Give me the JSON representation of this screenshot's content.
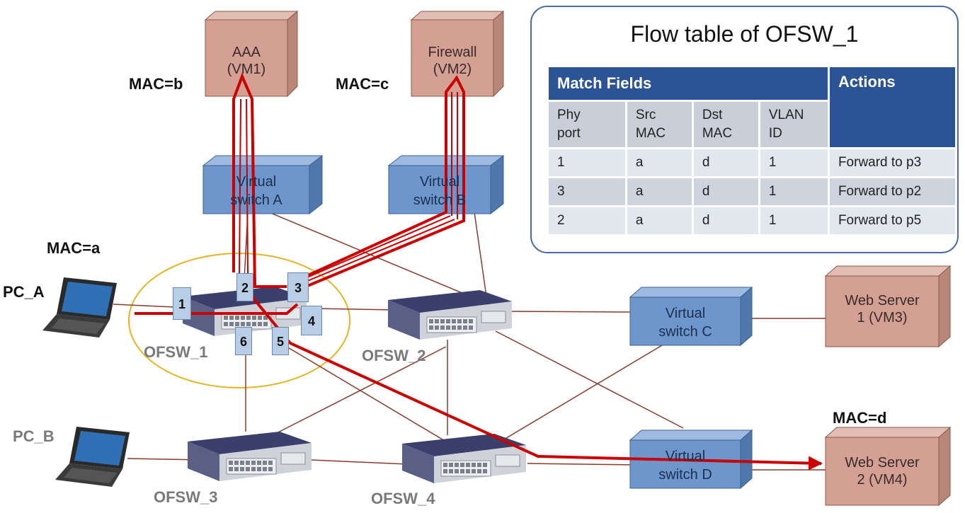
{
  "flow_table": {
    "title": "Flow table of OFSW_1",
    "match_fields_label": "Match Fields",
    "actions_label": "Actions",
    "columns": [
      "Phy\nport",
      "Src\nMAC",
      "Dst\nMAC",
      "VLAN\nID"
    ],
    "rows": [
      [
        "1",
        "a",
        "d",
        "1",
        "Forward to p3"
      ],
      [
        "3",
        "a",
        "d",
        "1",
        "Forward to p2"
      ],
      [
        "2",
        "a",
        "d",
        "1",
        "Forward to p5"
      ]
    ]
  },
  "vms": {
    "aaa": {
      "line1": "AAA",
      "line2": "(VM1)",
      "mac": "MAC=b"
    },
    "firewall": {
      "line1": "Firewall",
      "line2": "(VM2)",
      "mac": "MAC=c"
    },
    "web1": {
      "line1": "Web Server",
      "line2": "1 (VM3)"
    },
    "web2": {
      "line1": "Web Server",
      "line2": "2  (VM4)",
      "mac": "MAC=d"
    }
  },
  "virtual_switches": {
    "a": {
      "line1": "Virtual",
      "line2": "switch A"
    },
    "b": {
      "line1": "Virtual",
      "line2": "switch B"
    },
    "c": {
      "line1": "Virtual",
      "line2": "switch C"
    },
    "d": {
      "line1": "Virtual",
      "line2": "switch D"
    }
  },
  "switches": {
    "ofsw1": "OFSW_1",
    "ofsw2": "OFSW_2",
    "ofsw3": "OFSW_3",
    "ofsw4": "OFSW_4"
  },
  "pcs": {
    "pc_a": {
      "label": "PC_A",
      "mac": "MAC=a"
    },
    "pc_b": {
      "label": "PC_B"
    }
  },
  "ports": [
    "1",
    "2",
    "3",
    "4",
    "5",
    "6"
  ],
  "colors": {
    "vm_fill": "#d4a093",
    "vs_fill": "#6d97cc",
    "link": "#8b3a2a",
    "path": "#cc0000",
    "table_header": "#2b5496",
    "highlight_ellipse": "#e6b422"
  }
}
